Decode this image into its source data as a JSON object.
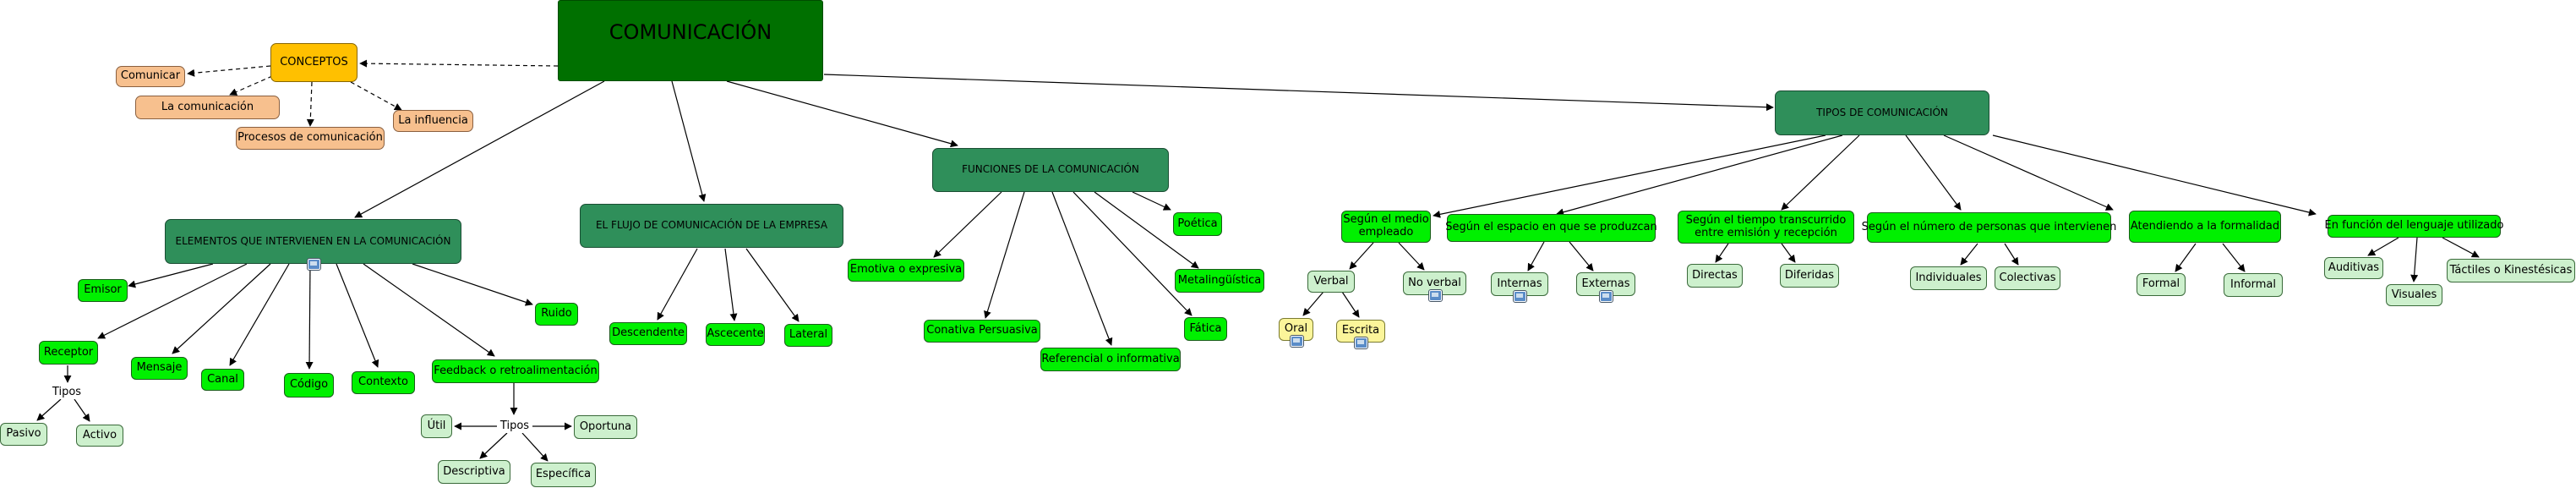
{
  "root": "COMUNICACIÓN",
  "conceptos": {
    "title": "CONCEPTOS",
    "items": [
      "Comunicar",
      "La comunicación",
      "Procesos de comunicación",
      "La influencia"
    ]
  },
  "elementos": {
    "title": "ELEMENTOS QUE INTERVIENEN EN LA COMUNICACIÓN",
    "items": [
      "Emisor",
      "Receptor",
      "Mensaje",
      "Canal",
      "Código",
      "Contexto",
      "Feedback o retroalimentación",
      "Ruido"
    ],
    "receptor_tipos_label": "Tipos",
    "receptor_tipos": [
      "Pasivo",
      "Activo"
    ],
    "feedback_tipos_label": "Tipos",
    "feedback_tipos": [
      "Útil",
      "Oportuna",
      "Descriptiva",
      "Específica"
    ]
  },
  "flujo": {
    "title": "EL FLUJO DE COMUNICACIÓN DE LA EMPRESA",
    "items": [
      "Descendente",
      "Ascecente",
      "Lateral"
    ]
  },
  "funciones": {
    "title": "FUNCIONES DE LA COMUNICACIÓN",
    "items": [
      "Emotiva o expresiva",
      "Conativa Persuasiva",
      "Referencial o informativa",
      "Fática",
      "Metalingüística",
      "Poética"
    ]
  },
  "tipos": {
    "title": "TIPOS DE COMUNICACIÓN",
    "medio": {
      "title": "Según el medio empleado",
      "items": [
        "Verbal",
        "No verbal"
      ],
      "verbal_items": [
        "Oral",
        "Escrita"
      ]
    },
    "espacio": {
      "title": "Según el espacio en que se produzcan",
      "items": [
        "Internas",
        "Externas"
      ]
    },
    "tiempo": {
      "title": "Según el tiempo transcurrido entre emisión y recepción",
      "items": [
        "Directas",
        "Diferidas"
      ]
    },
    "personas": {
      "title": "Según el número de personas que intervienen",
      "items": [
        "Individuales",
        "Colectivas"
      ]
    },
    "formalidad": {
      "title": "Atendiendo a la formalidad",
      "items": [
        "Formal",
        "Informal"
      ]
    },
    "lenguaje": {
      "title": "En función del lenguaje utilizado",
      "items": [
        "Auditivas",
        "Visuales",
        "Táctiles o Kinestésicas"
      ]
    }
  },
  "colors": {
    "root": "#007000",
    "section": "#2f8f5a",
    "concept": "#ffc000",
    "concept_item": "#f7c08e",
    "item": "#00f000",
    "leaf": "#cdf0cd",
    "sub_leaf": "#fbf59a"
  }
}
